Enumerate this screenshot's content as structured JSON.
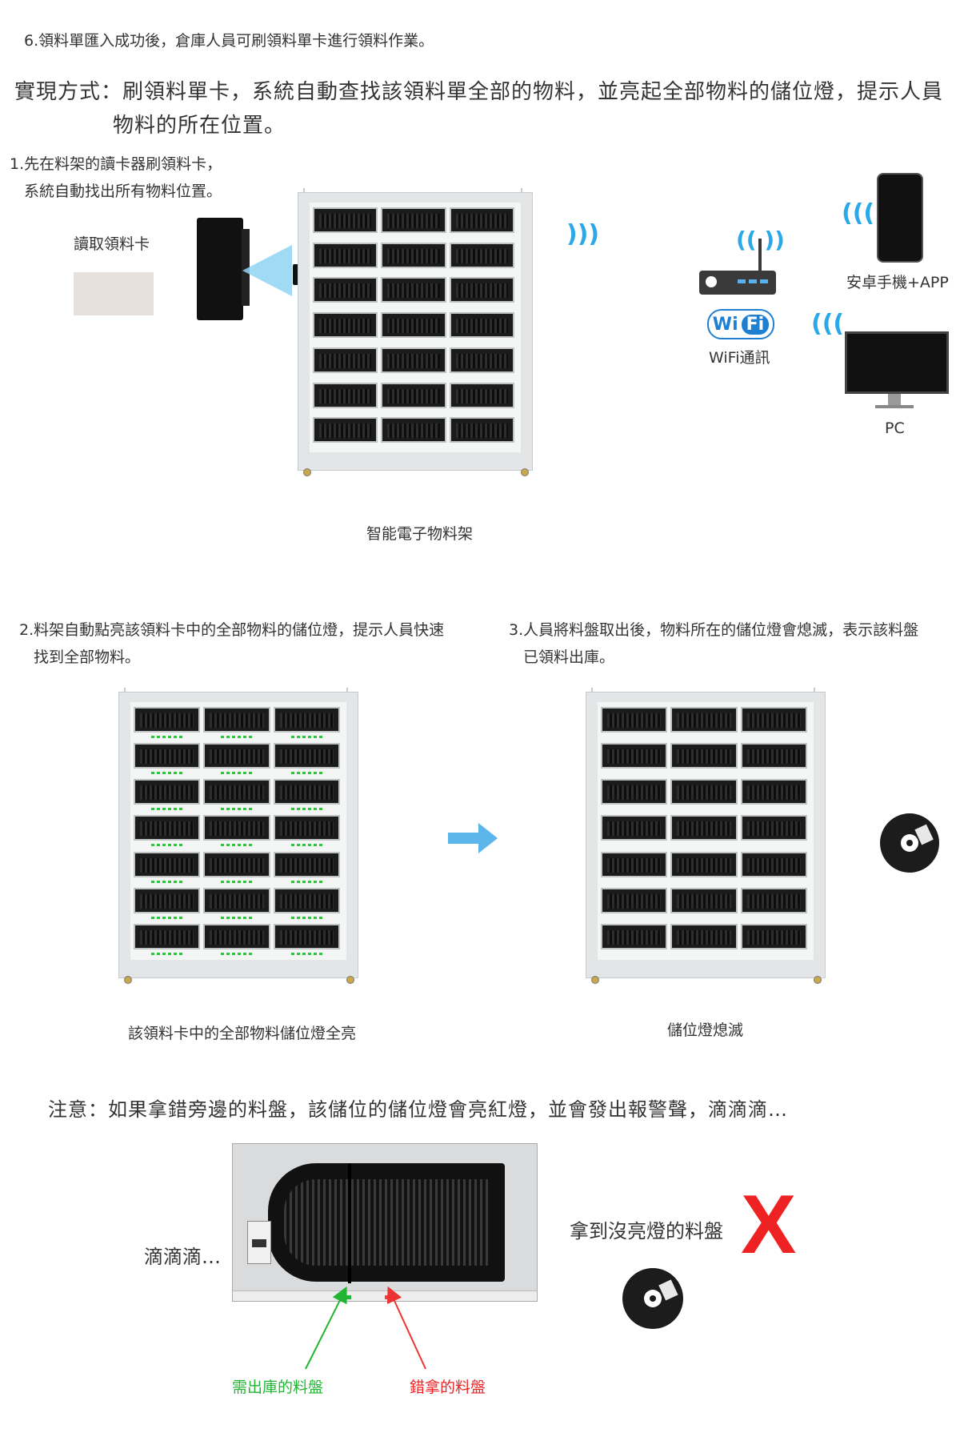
{
  "intro": {
    "step6": "6.領料單匯入成功後，倉庫人員可刷領料單卡進行領料作業。",
    "method_line1": "實現方式：刷領料單卡，系統自動查找該領料單全部的物料，並亮起全部物料的儲位燈，提示人員",
    "method_line2": "物料的所在位置。"
  },
  "step1": {
    "line1": "1.先在料架的讀卡器刷領料卡，",
    "line2": "系統自動找出所有物料位置。",
    "card_label": "讀取領料卡"
  },
  "devices": {
    "phone_label": "安卓手機+APP",
    "wifi_text": "WiFi通訊",
    "wifi_logo_wi": "Wi",
    "wifi_logo_fi": "Fi",
    "pc_label": "PC"
  },
  "rack_caption": "智能電子物料架",
  "step2": {
    "line1": "2.料架自動點亮該領料卡中的全部物料的儲位燈，提示人員快速",
    "line2": "找到全部物料。",
    "caption": "該領料卡中的全部物料儲位燈全亮"
  },
  "step3": {
    "line1": "3.人員將料盤取出後，物料所在的儲位燈會熄滅，表示該料盤",
    "line2": "已領料出庫。",
    "caption": "儲位燈熄滅"
  },
  "notice": {
    "text": "注意：如果拿錯旁邊的料盤，該儲位的儲位燈會亮紅燈，並會發出報警聲，滴滴滴…",
    "beep": "滴滴滴…",
    "wrong_pick": "拿到沒亮燈的料盤",
    "x_mark": "X",
    "green_label": "需出庫的料盤",
    "red_label": "錯拿的料盤"
  },
  "colors": {
    "green": "#22b533",
    "red": "#ee2222",
    "wifi_blue": "#2aa8e8"
  }
}
